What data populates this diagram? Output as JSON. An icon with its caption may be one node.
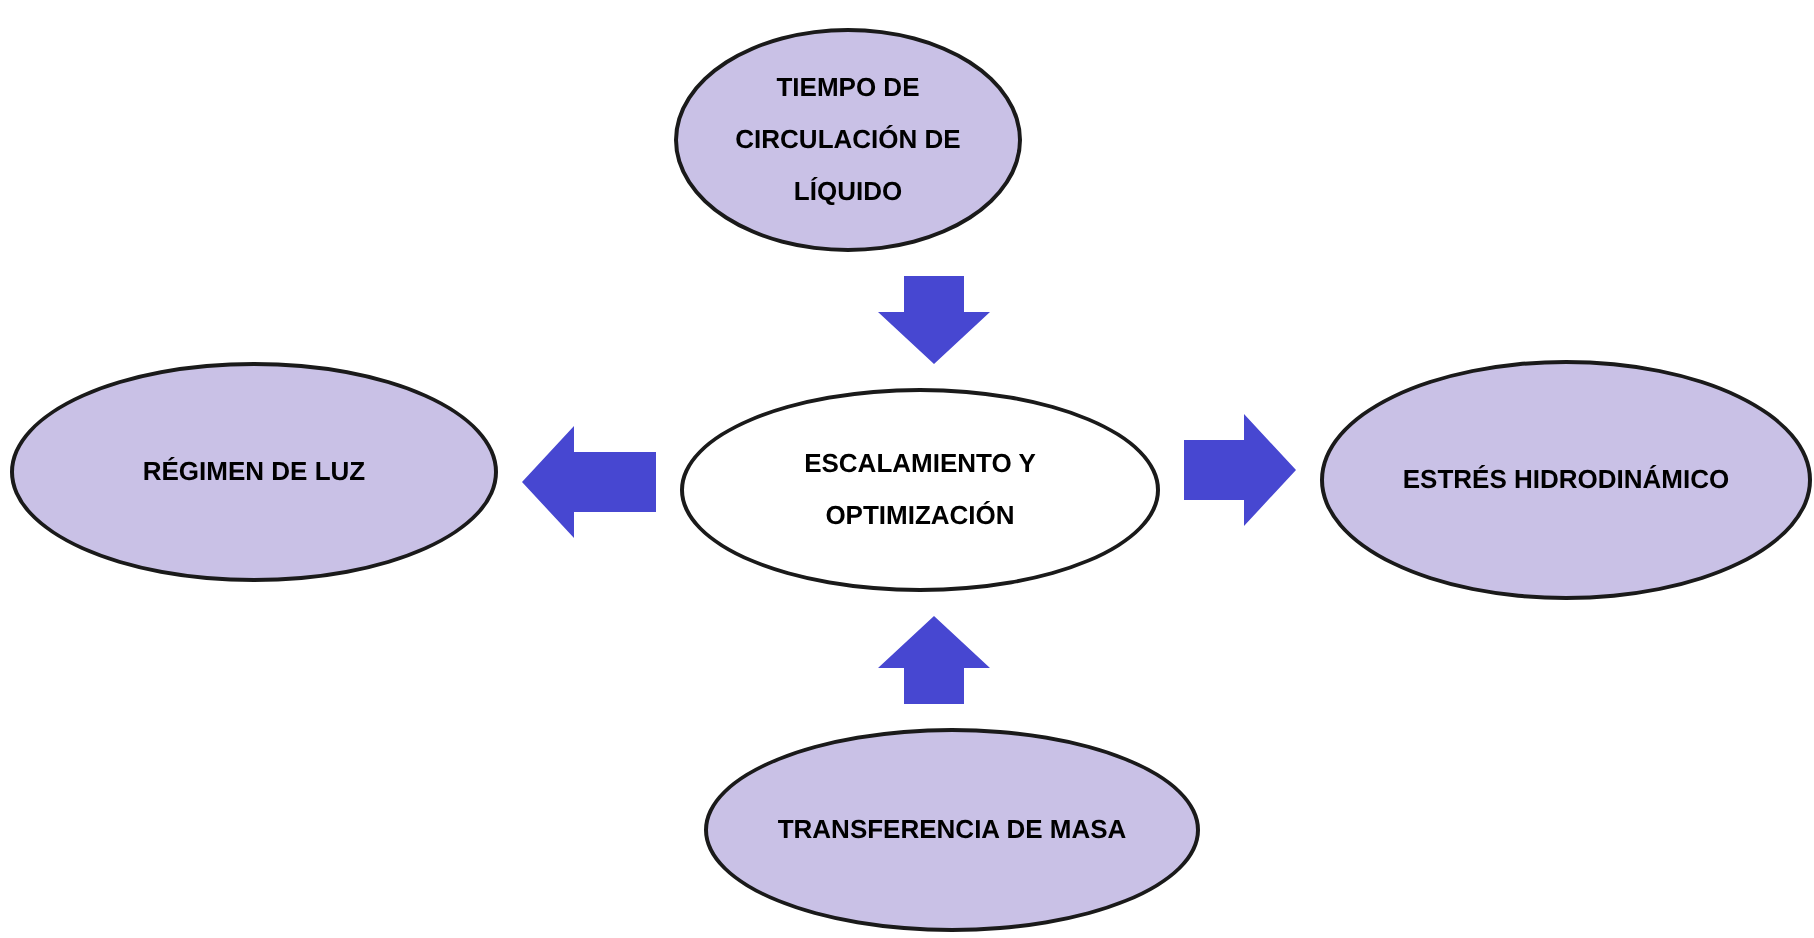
{
  "diagram": {
    "nodes": [
      {
        "text": [
          "TIEMPO DE CIRCULACIÓN DE LÍQUIDO"
        ]
      },
      {
        "text": [
          "RÉGIMEN DE LUZ"
        ]
      },
      {
        "text": [
          "ESCALAMIENTO Y OPTIMIZACIÓN"
        ]
      },
      {
        "text": [
          "ESTRÉS HIDRODINÁMICO"
        ]
      },
      {
        "text": [
          "TRANSFERENCIA DE MASA"
        ]
      }
    ],
    "edges": [
      {
        "from": 0,
        "to": 2,
        "arrow": "to"
      },
      {
        "from": 2,
        "to": 1,
        "arrow": "to"
      },
      {
        "from": 2,
        "to": 3,
        "arrow": "to"
      },
      {
        "from": 4,
        "to": 2,
        "arrow": "to"
      }
    ]
  }
}
